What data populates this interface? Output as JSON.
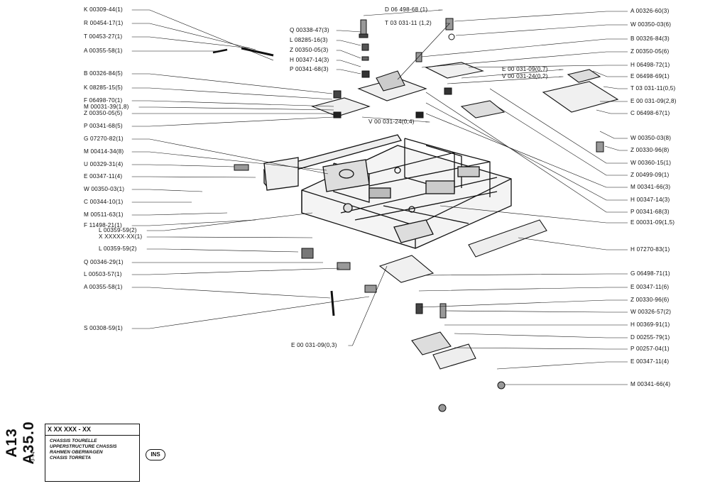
{
  "drawing": {
    "number": "A13 A35.0",
    "date": "3-74",
    "title_block": {
      "code": "X XX XXX - XX",
      "titles": [
        "CHASSIS TOURELLE",
        "UPPERSTRUCTURE CHASSIS",
        "RAHMEN OBERWAGEN",
        "CHASIS TORRETA"
      ],
      "stamp": "INS"
    }
  },
  "parts_left": [
    "K 00309-44(1)",
    "R 00454-17(1)",
    "T 00453-27(1)",
    "A 00355-58(1)",
    "B 00326-84(5)",
    "K 08285-15(5)",
    "F 06498-70(1)",
    "M 00031-39(1,8)",
    "Z 00350-05(5)",
    "P 00341-68(5)",
    "G 07270-82(1)",
    "M 00414-34(8)",
    "U 00329-31(4)",
    "E 00347-11(4)",
    "W 00350-03(1)",
    "C 00344-10(1)",
    "M 00511-63(1)",
    "F 11498-21(1)",
    "L 00359-59(2)",
    "X XXXXX-XX(1)",
    "L 00359-59(2)",
    "Q 00346-29(1)",
    "L 00503-57(1)",
    "A 00355-58(1)",
    "S 00308-59(1)"
  ],
  "parts_center": [
    "D 06 498-68 (1)",
    "T 03 031-11 (1,2)",
    "Q 00338-47(3)",
    "L 08285-16(3)",
    "Z 00350-05(3)",
    "H 00347-14(3)",
    "P 00341-68(3)",
    "E 00 031-09(0,7)",
    "V 00 031-24(0,2)",
    "V 00 031-24(0,4)",
    "E 00 031-09(0,3)"
  ],
  "parts_right": [
    "A 00326-60(3)",
    "W 00350-03(6)",
    "B 00326-84(3)",
    "Z 00350-05(6)",
    "H 06498-72(1)",
    "E 06498-69(1)",
    "T 03 031-11(0,5)",
    "E 00 031-09(2,8)",
    "C 06498-67(1)",
    "W 00350-03(8)",
    "Z 00330-96(8)",
    "W 00360-15(1)",
    "Z 00499-09(1)",
    "M 00341-66(3)",
    "H 00347-14(3)",
    "P 00341-68(3)",
    "E 00031-09(1,5)",
    "H 07270-83(1)",
    "G 06498-71(1)",
    "E 00347-11(6)",
    "Z 00330-96(6)",
    "W 00326-57(2)",
    "H 00369-91(1)",
    "D 00255-79(1)",
    "P 00257-04(1)",
    "E 00347-11(4)",
    "M 00341-66(4)"
  ]
}
